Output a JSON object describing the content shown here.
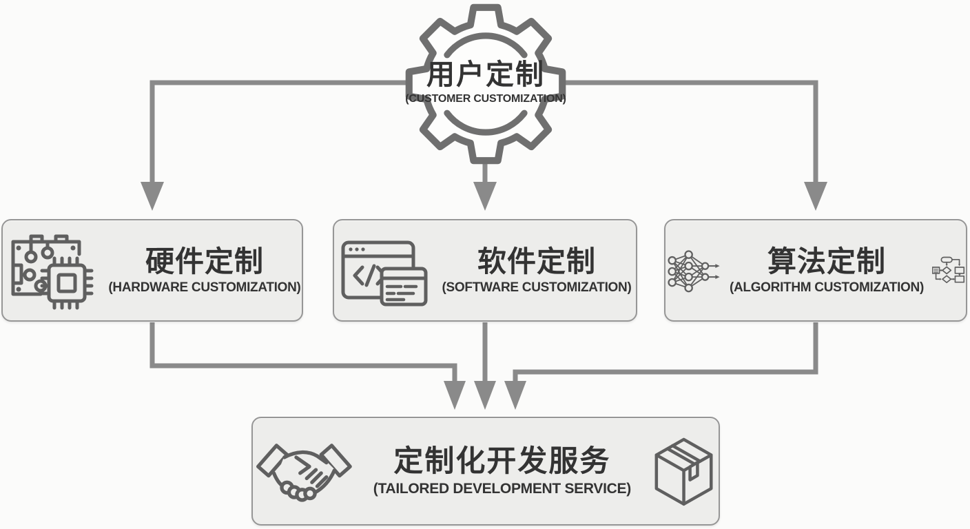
{
  "theme": {
    "bg": "#fbfbfa",
    "box-fill": "#ededeb",
    "box-border": "#969696",
    "arrow": "#8a8a8a",
    "text": "#333333",
    "icon": "#5f5f5f",
    "gear": "#6f6f6f"
  },
  "nodes": {
    "root": {
      "title_zh": "用户定制",
      "title_en": "(CUSTOMER CUSTOMIZATION)",
      "icon": "gear-icon"
    },
    "hardware": {
      "title_zh": "硬件定制",
      "title_en": "(HARDWARE CUSTOMIZATION)",
      "icon": "circuit-board-chip-icon"
    },
    "software": {
      "title_zh": "软件定制",
      "title_en": "(SOFTWARE CUSTOMIZATION)",
      "icon": "code-window-icon"
    },
    "algorithm": {
      "title_zh": "算法定制",
      "title_en": "(ALGORITHM CUSTOMIZATION)",
      "icons": [
        "neural-network-icon",
        "flowchart-icon"
      ]
    },
    "result": {
      "title_zh": "定制化开发服务",
      "title_en": "(TAILORED DEVELOPMENT SERVICE)",
      "icons": [
        "handshake-icon",
        "package-box-icon"
      ]
    }
  },
  "edges": [
    {
      "from": "root",
      "to": "hardware"
    },
    {
      "from": "root",
      "to": "software"
    },
    {
      "from": "root",
      "to": "algorithm"
    },
    {
      "from": "hardware",
      "to": "result"
    },
    {
      "from": "software",
      "to": "result"
    },
    {
      "from": "algorithm",
      "to": "result"
    }
  ]
}
